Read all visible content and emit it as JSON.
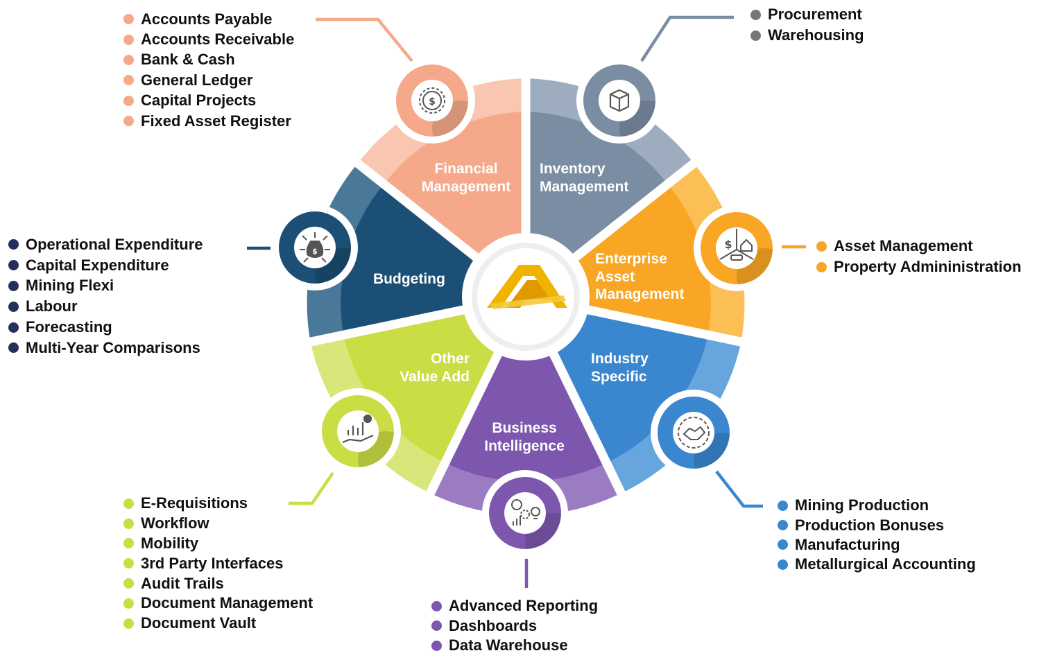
{
  "colors": {
    "financial": "#F5A98A",
    "financial_light": "#F9C6B1",
    "inventory": "#7B8DA3",
    "inventory_light": "#9DADBF",
    "asset": "#F8A623",
    "asset_light": "#FBBF55",
    "industry": "#3A87CF",
    "industry_light": "#66A5DD",
    "bi": "#7D57AE",
    "bi_light": "#9B7CC3",
    "other": "#CBDD44",
    "other_light": "#D9E77A",
    "budgeting": "#1C4F75",
    "budgeting_light": "#4A7898",
    "logo_gold": "#F0B400",
    "list_dark_dot": "#23315A",
    "procurement_dot": "#777777"
  },
  "segments": {
    "financial": {
      "line1": "Financial",
      "line2": "Management",
      "icon": "money-gear-icon"
    },
    "inventory": {
      "line1": "Inventory",
      "line2": "Management",
      "icon": "box-icon"
    },
    "asset": {
      "line1": "Enterprise",
      "line2": "Asset",
      "line3": "Management",
      "icon": "asset-icon"
    },
    "industry": {
      "line1": "Industry",
      "line2": "Specific",
      "icon": "handshake-gear-icon"
    },
    "bi": {
      "line1": "Business",
      "line2": "Intelligence",
      "icon": "analytics-icon"
    },
    "other": {
      "line1": "Other",
      "line2": "Value Add",
      "icon": "hand-chart-icon"
    },
    "budgeting": {
      "line1": "Budgeting",
      "icon": "money-bag-icon"
    }
  },
  "lists": {
    "financial": [
      "Accounts Payable",
      "Accounts Receivable",
      "Bank & Cash",
      "General Ledger",
      "Capital Projects",
      "Fixed Asset Register"
    ],
    "inventory": [
      "Procurement",
      "Warehousing"
    ],
    "budgeting": [
      "Operational Expenditure",
      "Capital Expenditure",
      "Mining Flexi",
      "Labour",
      "Forecasting",
      "Multi-Year Comparisons"
    ],
    "asset": [
      "Asset Management",
      "Property Admininistration"
    ],
    "other": [
      "E-Requisitions",
      "Workflow",
      "Mobility",
      "3rd Party Interfaces",
      "Audit Trails",
      "Document Management",
      "Document Vault"
    ],
    "industry": [
      "Mining Production",
      "Production Bonuses",
      "Manufacturing",
      "Metallurgical Accounting"
    ],
    "bi": [
      "Advanced Reporting",
      "Dashboards",
      "Data Warehouse"
    ]
  }
}
